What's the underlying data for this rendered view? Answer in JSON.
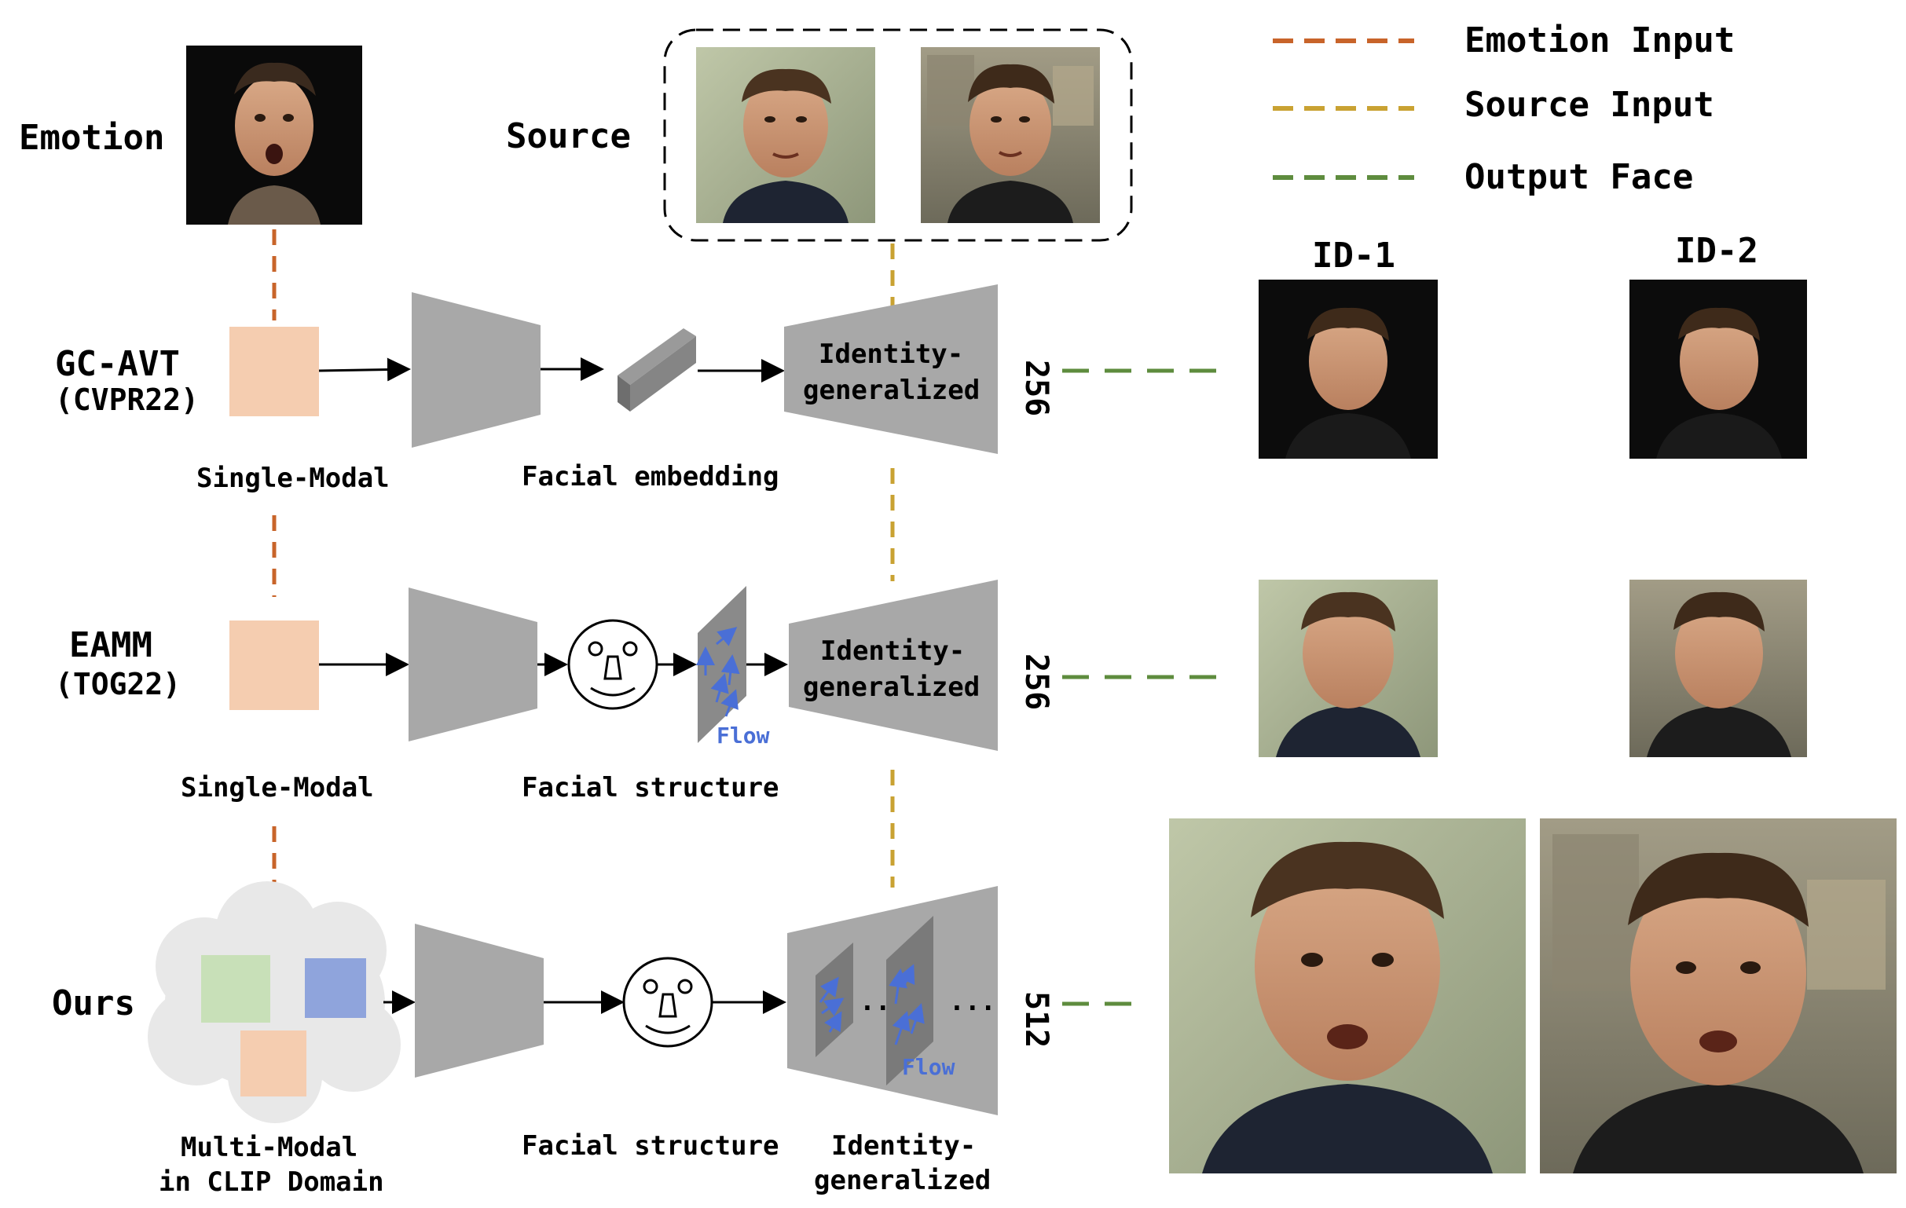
{
  "legend": {
    "emotion_input": "Emotion Input",
    "source_input": "Source Input",
    "output_face": "Output Face"
  },
  "inputs": {
    "emotion": "Emotion",
    "source": "Source"
  },
  "rows": {
    "gcavt": {
      "name": "GC-AVT",
      "venue": "(CVPR22)",
      "modality": "Single-Modal",
      "representation": "Facial embedding",
      "decoder_line1": "Identity-",
      "decoder_line2": "generalized",
      "resolution": "256"
    },
    "eamm": {
      "name": "EAMM",
      "venue": "(TOG22)",
      "modality": "Single-Modal",
      "representation": "Facial structure",
      "flow": "Flow",
      "decoder_line1": "Identity-",
      "decoder_line2": "generalized",
      "resolution": "256"
    },
    "ours": {
      "name": "Ours",
      "modality_line1": "Multi-Modal",
      "modality_line2": "in CLIP Domain",
      "representation": "Facial structure",
      "flow": "Flow",
      "dots": "...",
      "decoder_line1": "Identity-",
      "decoder_line2": "generalized",
      "resolution": "512"
    }
  },
  "outputs": {
    "id1": "ID-1",
    "id2": "ID-2"
  },
  "colors": {
    "emotion_line": "#c8642a",
    "source_line": "#c9a232",
    "output_line": "#5e8c3e",
    "box_peach": "#f5cdb0",
    "box_green": "#c8e0b8",
    "box_blue": "#8fa4dc",
    "trapezoid": "#a8a8a8",
    "flow_arrow": "#4a6fd6"
  }
}
